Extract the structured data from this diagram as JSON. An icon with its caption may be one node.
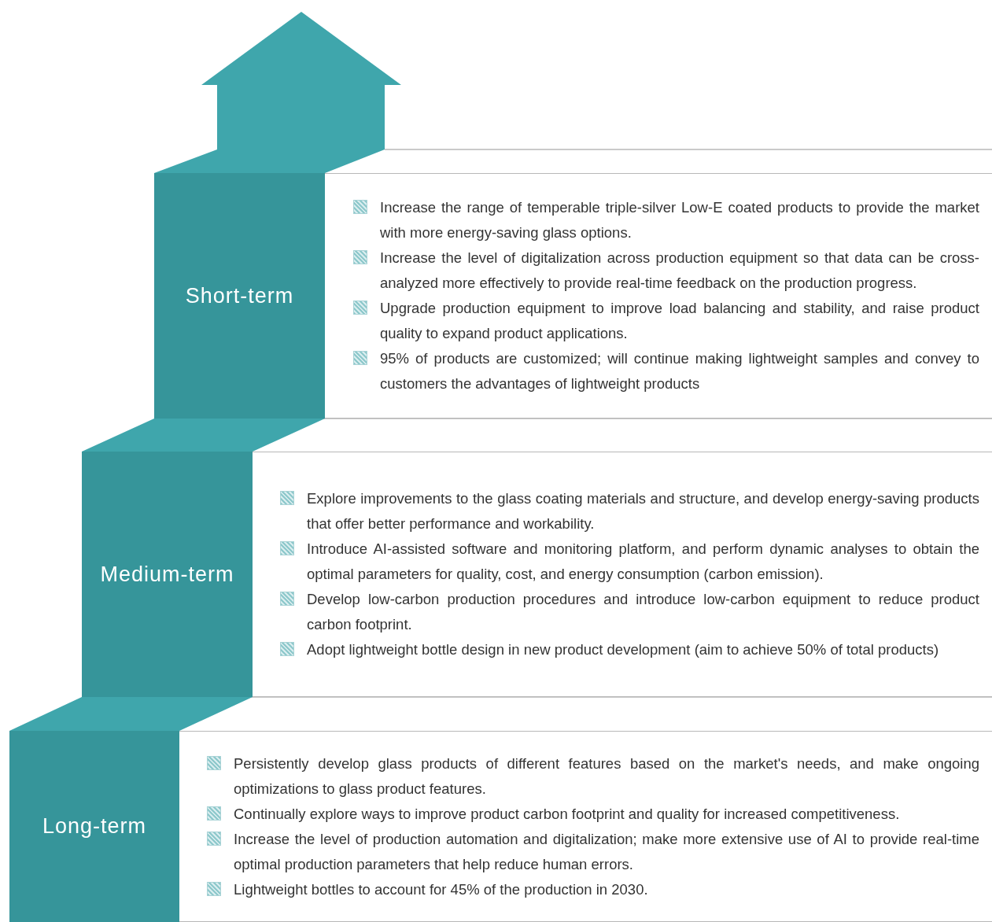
{
  "diagram": {
    "nodes": [
      {
        "text": [
          "Short-term"
        ]
      },
      {
        "text": [
          "Increase the range of temperable triple-silver Low-E coated products to provide the market with more energy-saving glass options.",
          "Increase the level of digitalization across production equipment so that data can be cross-analyzed more effectively to provide real-time feedback on the production progress.",
          "Upgrade production equipment to improve load balancing and stability, and raise product quality to expand product applications.",
          "95% of products are customized; will continue making lightweight samples and convey to customers the advantages of lightweight products"
        ]
      },
      {
        "text": [
          "Medium-term"
        ]
      },
      {
        "text": [
          "Explore improvements to the glass coating materials and structure, and develop energy-saving products that offer better performance and workability.",
          "Introduce AI-assisted software and monitoring platform, and perform dynamic analyses to obtain the optimal parameters for quality, cost, and energy consumption (carbon emission).",
          "Develop low-carbon production procedures and introduce low-carbon equipment to reduce product carbon footprint.",
          "Adopt lightweight bottle design in new product development (aim to achieve 50% of total products)"
        ]
      },
      {
        "text": [
          "Long-term"
        ]
      },
      {
        "text": [
          "Persistently develop glass products of different features based on the market's needs, and make ongoing optimizations to glass product features.",
          "Continually explore ways to improve product carbon footprint and quality for increased competitiveness.",
          "Increase the level of production automation and digitalization; make more extensive use of AI to provide real-time optimal production parameters that help reduce human errors.",
          "Lightweight bottles to account for 45% of the production in 2030."
        ]
      }
    ]
  }
}
